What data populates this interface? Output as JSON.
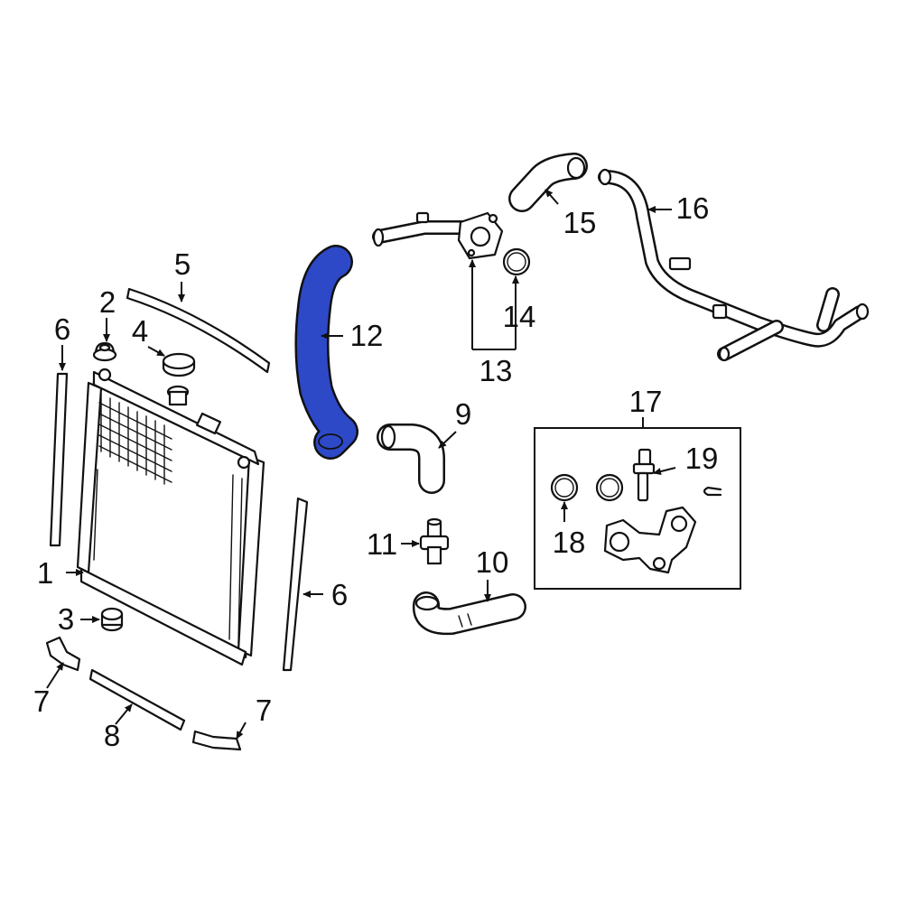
{
  "diagram": {
    "highlight_color": "#2d49c8",
    "highlighted_part": "12",
    "kit_label": "17",
    "callouts": {
      "p1": "1",
      "p2": "2",
      "p3": "3",
      "p4": "4",
      "p5": "5",
      "p6a": "6",
      "p6b": "6",
      "p7a": "7",
      "p7b": "7",
      "p8": "8",
      "p9": "9",
      "p10": "10",
      "p11": "11",
      "p12": "12",
      "p13": "13",
      "p14": "14",
      "p15": "15",
      "p16": "16",
      "p18": "18",
      "p19": "19"
    }
  }
}
